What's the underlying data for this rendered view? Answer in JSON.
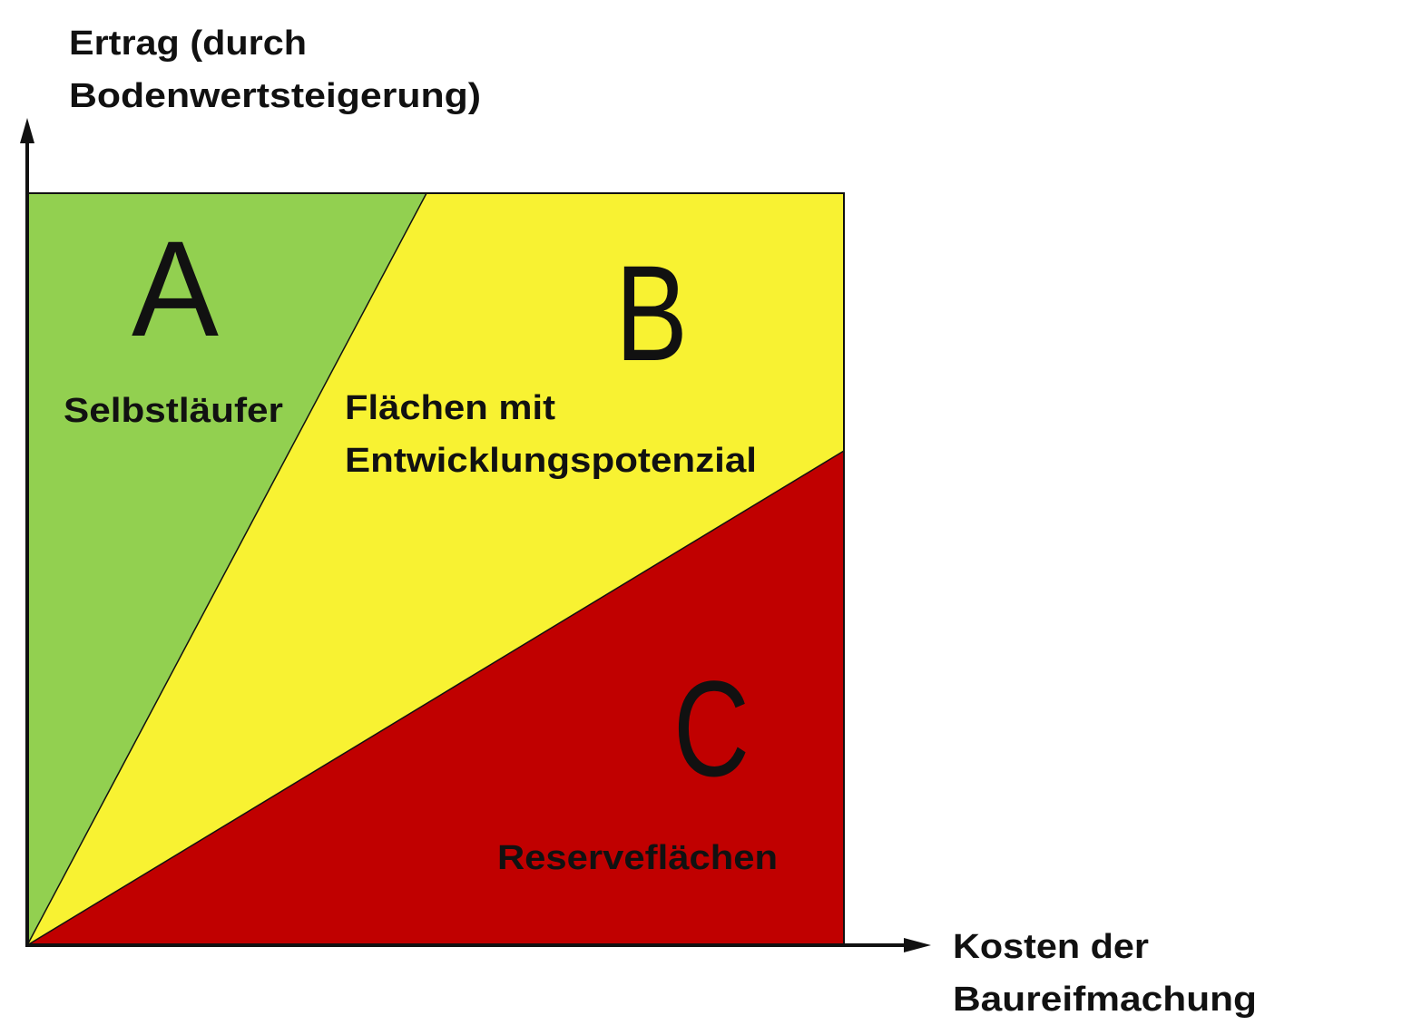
{
  "y_axis_label": {
    "line1": "Ertrag (durch",
    "line2": "Bodenwertsteigerung)"
  },
  "x_axis_label": {
    "line1": "Kosten der",
    "line2": "Baureifmachung"
  },
  "regions": [
    {
      "letter": "A",
      "label": "Selbstläufer",
      "color": "#92d050"
    },
    {
      "letter": "B",
      "label_line1": "Flächen mit",
      "label_line2": "Entwicklungspotenzial",
      "color": "#f8f232"
    },
    {
      "letter": "C",
      "label": "Reserveflächen",
      "color": "#c00000"
    }
  ]
}
